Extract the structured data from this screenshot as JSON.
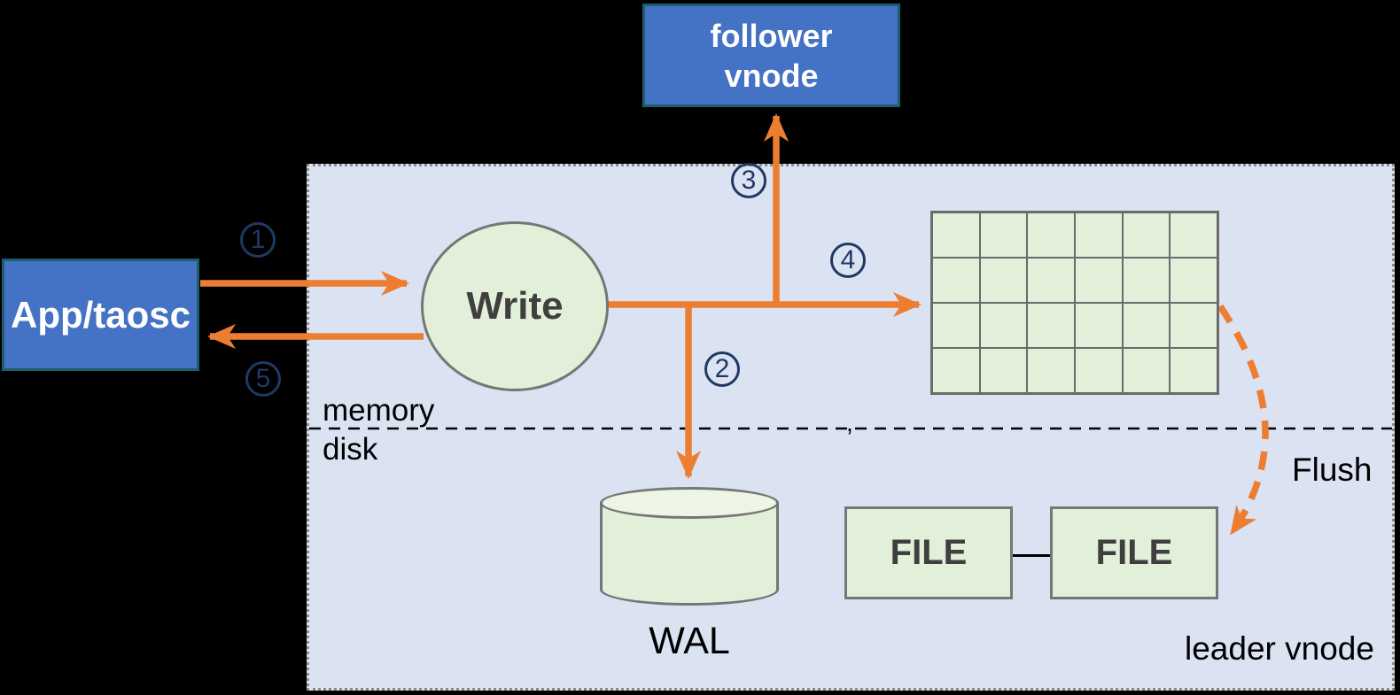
{
  "colors": {
    "arrow_orange": "#ED7D31",
    "node_blue_fill": "#4472C4",
    "node_blue_border": "#1F5D6E",
    "panel_fill": "#DBE2F2",
    "panel_border": "#8C8C8C",
    "green_fill": "#E2EFD9",
    "green_fill_light": "#EDF5E4",
    "shape_border": "#767676",
    "step_navy": "#1F3864",
    "dark_text": "#3F3F3F"
  },
  "nodes": {
    "app": {
      "label": "App/taosc"
    },
    "follower_vnode": {
      "label_line1": "follower",
      "label_line2": "vnode"
    },
    "write": {
      "label": "Write"
    },
    "wal": {
      "label": "WAL"
    },
    "file_left": {
      "label": "FILE"
    },
    "file_right": {
      "label": "FILE"
    }
  },
  "panel": {
    "label": "leader vnode",
    "memory_label": "memory",
    "disk_label": "disk"
  },
  "steps": {
    "s1": "1",
    "s2": "2",
    "s3": "3",
    "s4": "4",
    "s5": "5"
  },
  "flush": {
    "label": "Flush"
  },
  "memtable": {
    "rows": 4,
    "cols": 6
  },
  "stray_mark": ","
}
